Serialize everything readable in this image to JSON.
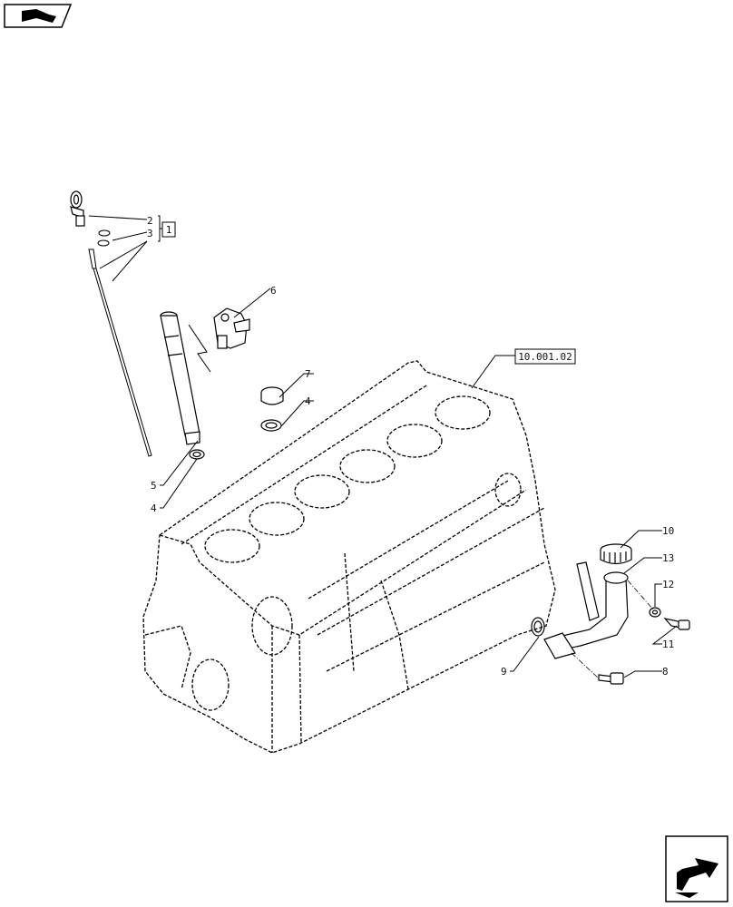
{
  "icons": {
    "top_left": "book-icon",
    "bottom_right": "next-page-arrow-icon"
  },
  "references": {
    "group_box": "1",
    "engine_block_ref": "10.001.02"
  },
  "callouts": {
    "c2": "2",
    "c3": "3",
    "c4a": "4",
    "c4b": "4",
    "c5": "5",
    "c6": "6",
    "c7": "7",
    "c8": "8",
    "c9": "9",
    "c10": "10",
    "c11": "11",
    "c12": "12",
    "c13": "13"
  }
}
